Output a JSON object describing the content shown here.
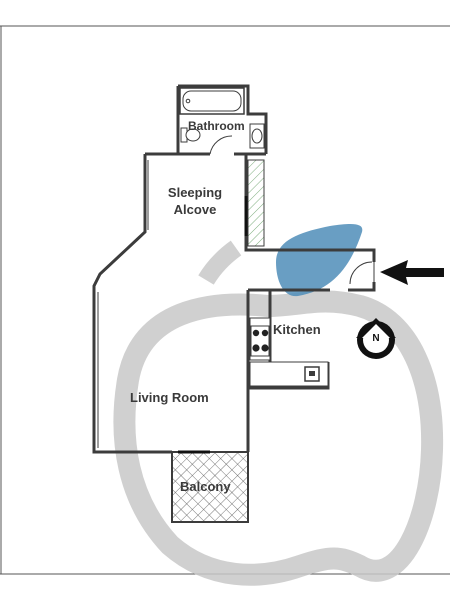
{
  "rooms": {
    "bathroom": "Bathroom",
    "sleeping_line1": "Sleeping",
    "sleeping_line2": "Alcove",
    "kitchen": "Kitchen",
    "living_room": "Living Room",
    "balcony": "Balcony"
  },
  "compass": {
    "letter": "N"
  },
  "icons": [
    "watermark-apple-icon",
    "entrance-arrow-icon",
    "compass-north-icon",
    "bathtub-icon",
    "toilet-icon",
    "sink-icon",
    "stove-icon",
    "oven-icon"
  ],
  "colors": {
    "wall": "#3c3c3c",
    "watermark_grey": "#c8c8c8",
    "watermark_blue": "#4f8db8",
    "hatch": "#7fae7f",
    "frame": "#555555"
  }
}
